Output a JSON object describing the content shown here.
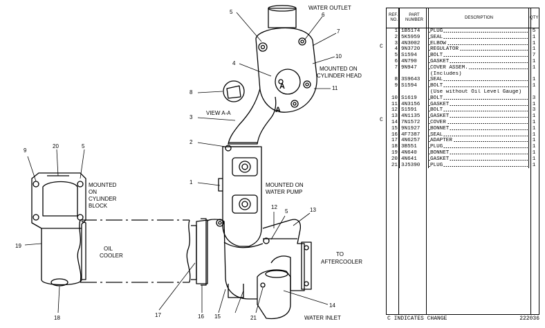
{
  "drawing": {
    "labels": {
      "water_outlet": "WATER OUTLET",
      "mounted_cylinder_head_1": "MOUNTED ON",
      "mounted_cylinder_head_2": "CYLINDER HEAD",
      "view_aa": "VIEW A-A",
      "mounted_block_1": "MOUNTED",
      "mounted_block_2": "ON",
      "mounted_block_3": "CYLINDER",
      "mounted_block_4": "BLOCK",
      "oil_cooler_1": "OIL",
      "oil_cooler_2": "COOLER",
      "mounted_pump_1": "MOUNTED ON",
      "mounted_pump_2": "WATER PUMP",
      "to_aftercooler_1": "TO",
      "to_aftercooler_2": "AFTERCOOLER",
      "water_inlet": "WATER INLET",
      "section_a1": "A",
      "section_a2": "A"
    },
    "callouts": [
      "1",
      "2",
      "3",
      "4",
      "5",
      "6",
      "7",
      "8",
      "9",
      "10",
      "11",
      "12",
      "13",
      "14",
      "15",
      "16",
      "17",
      "18",
      "19",
      "20",
      "21",
      "5",
      "5"
    ]
  },
  "table": {
    "headers": {
      "ref": "REF. NO.",
      "part": "PART NUMBER",
      "desc": "DESCRIPTION",
      "qty": "QTY"
    },
    "rows": [
      {
        "ref": "1",
        "part": "1B5174",
        "desc": "PLUG",
        "qty": "5",
        "dash": true
      },
      {
        "ref": "2",
        "part": "5K5959",
        "desc": "SEAL",
        "qty": "1",
        "dash": true
      },
      {
        "ref": "3",
        "part": "4N3002",
        "desc": "ELBOW",
        "qty": "1",
        "dash": true
      },
      {
        "ref": "4",
        "part": "9N3720",
        "desc": "REGULATOR",
        "qty": "1",
        "dash": true,
        "c": true
      },
      {
        "ref": "5",
        "part": "S1594",
        "desc": "BOLT",
        "qty": "7",
        "dash": true
      },
      {
        "ref": "6",
        "part": "4N790",
        "desc": "GASKET",
        "qty": "1",
        "dash": true
      },
      {
        "ref": "7",
        "part": "9N947",
        "desc": "COVER ASSEM.",
        "qty": "1",
        "dash": true
      },
      {
        "ref": "",
        "part": "",
        "desc": "(Includes)",
        "qty": "",
        "dash": false
      },
      {
        "ref": "8",
        "part": "3S9643",
        "desc": "  SEAL",
        "qty": "1",
        "dash": true
      },
      {
        "ref": "9",
        "part": "S1594",
        "desc": "BOLT",
        "qty": "1",
        "dash": true
      },
      {
        "ref": "",
        "part": "",
        "desc": "(Use without Oil Level Gauge)",
        "qty": "",
        "dash": false
      },
      {
        "ref": "10",
        "part": "S1619",
        "desc": "BOLT",
        "qty": "3",
        "dash": true
      },
      {
        "ref": "11",
        "part": "4N3156",
        "desc": "GASKET",
        "qty": "1",
        "dash": true
      },
      {
        "ref": "12",
        "part": "S1591",
        "desc": "BOLT",
        "qty": "3",
        "dash": true
      },
      {
        "ref": "13",
        "part": "4N1135",
        "desc": "GASKET",
        "qty": "1",
        "dash": true
      },
      {
        "ref": "14",
        "part": "7N1572",
        "desc": "COVER",
        "qty": "1",
        "dash": true,
        "c": true
      },
      {
        "ref": "15",
        "part": "9N1927",
        "desc": "BONNET",
        "qty": "1",
        "dash": true
      },
      {
        "ref": "16",
        "part": "4F7387",
        "desc": "SEAL",
        "qty": "1",
        "dash": true
      },
      {
        "ref": "17",
        "part": "4N6257",
        "desc": "ADAPTER",
        "qty": "1",
        "dash": true
      },
      {
        "ref": "18",
        "part": "3B551",
        "desc": "PLUG",
        "qty": "1",
        "dash": true
      },
      {
        "ref": "19",
        "part": "4N640",
        "desc": "BONNET",
        "qty": "1",
        "dash": true
      },
      {
        "ref": "20",
        "part": "4N641",
        "desc": "GASKET",
        "qty": "1",
        "dash": true
      },
      {
        "ref": "21",
        "part": "3J5390",
        "desc": "PLUG",
        "qty": "1",
        "dash": true
      }
    ],
    "change_mark": "C"
  },
  "footer": {
    "note": "C INDICATES CHANGE",
    "code": "222036"
  }
}
